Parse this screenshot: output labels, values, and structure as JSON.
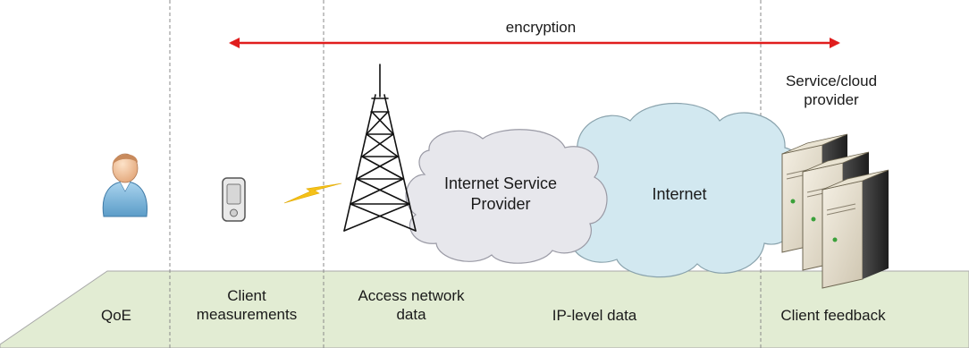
{
  "encryption_label": "encryption",
  "colors": {
    "floor": "#e2ecd3",
    "floor_border": "#a9a9a9",
    "cloud_isp": "#e7e7ec",
    "cloud_internet": "#d2e8f0",
    "arrow": "#e01d1d",
    "lightning": "#f5c118"
  },
  "zones": [
    {
      "lines": [
        "QoE"
      ]
    },
    {
      "lines": [
        "Client",
        "measurements"
      ]
    },
    {
      "lines": [
        "Access network",
        "data"
      ]
    },
    {
      "lines": [
        "IP-level data"
      ]
    },
    {
      "lines": [
        "Client feedback"
      ]
    }
  ],
  "clouds": {
    "isp": {
      "lines": [
        "Internet Service",
        "Provider"
      ]
    },
    "internet": {
      "lines": [
        "Internet"
      ]
    }
  },
  "provider": {
    "lines": [
      "Service/cloud",
      "provider"
    ]
  },
  "icons": [
    "user-icon",
    "phone-icon",
    "lightning-icon",
    "tower-icon",
    "server-icon"
  ]
}
